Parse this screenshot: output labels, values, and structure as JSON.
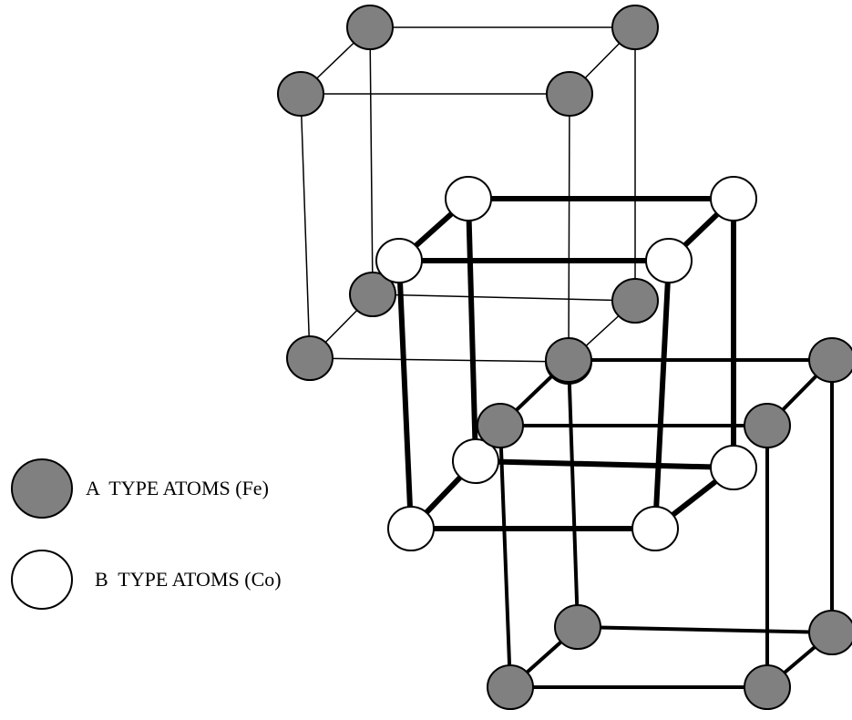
{
  "legend": {
    "a_label": "A  TYPE ATOMS (Fe)",
    "b_label": "B  TYPE ATOMS (Co)"
  },
  "colors": {
    "a_atom_fill": "#808080",
    "b_atom_fill": "#ffffff",
    "outline": "#000000",
    "background": "#ffffff"
  },
  "atom_types": [
    {
      "id": "A",
      "element": "Fe"
    },
    {
      "id": "B",
      "element": "Co"
    }
  ]
}
